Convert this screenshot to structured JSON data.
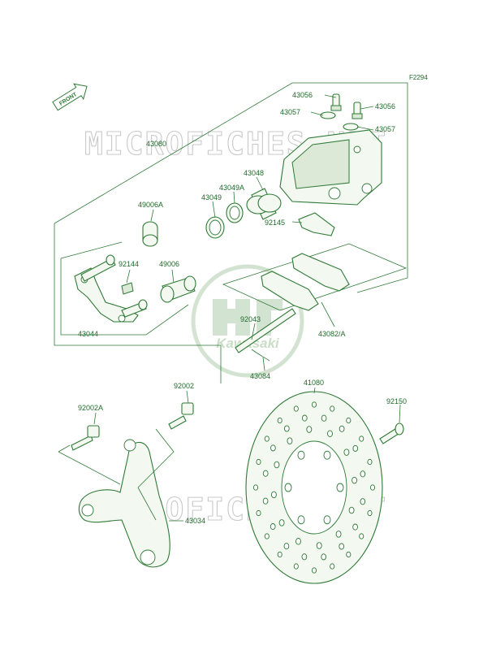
{
  "diagram": {
    "ref_code": "F2294",
    "front_label": "FRONT",
    "watermark": "MICROFICHES.NET",
    "logo_text": "Kawasaki",
    "parts": {
      "p43056a": "43056",
      "p43056b": "43056",
      "p43057a": "43057",
      "p43057b": "43057",
      "p43080": "43080",
      "p43048": "43048",
      "p43049A": "43049A",
      "p43049": "43049",
      "p49006A": "49006A",
      "p92145": "92145",
      "p92144": "92144",
      "p49006": "49006",
      "p92043": "92043",
      "p43082A": "43082/A",
      "p43044": "43044",
      "p43084": "43084",
      "p92002": "92002",
      "p41080": "41080",
      "p92002A": "92002A",
      "p92150": "92150",
      "p43034": "43034"
    }
  }
}
